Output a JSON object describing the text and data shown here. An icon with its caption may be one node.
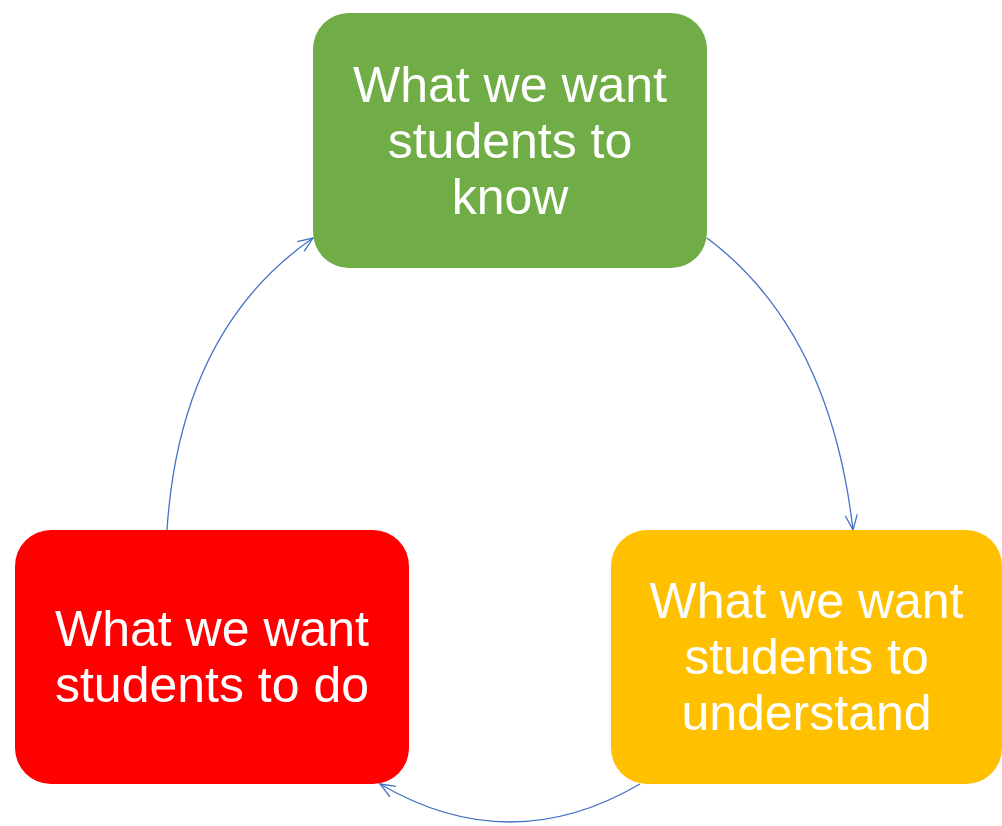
{
  "diagram": {
    "nodes": [
      {
        "text": [
          "What we want students to know"
        ]
      },
      {
        "text": [
          "What we want students to understand"
        ]
      },
      {
        "text": [
          "What we want students to do"
        ]
      }
    ],
    "edges": [
      {
        "from": 0,
        "to": 1,
        "arrow": "to"
      },
      {
        "from": 1,
        "to": 2,
        "arrow": "to"
      },
      {
        "from": 2,
        "to": 0,
        "arrow": "to"
      }
    ]
  }
}
